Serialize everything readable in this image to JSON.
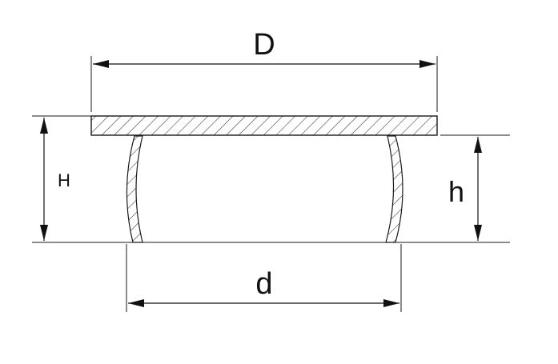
{
  "labels": {
    "outer_diameter": "D",
    "total_height": "H",
    "body_height": "h",
    "inner_diameter": "d"
  },
  "colors": {
    "line": "#1a1a1a",
    "hatch": "#333333",
    "background": "#ffffff"
  }
}
